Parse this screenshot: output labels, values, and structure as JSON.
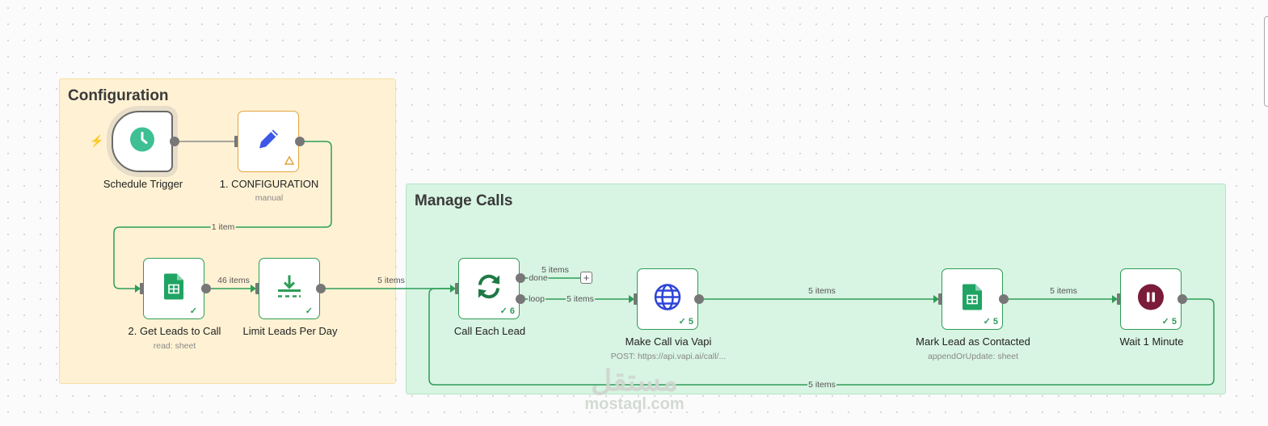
{
  "groups": {
    "configuration": "Configuration",
    "manage_calls": "Manage Calls"
  },
  "nodes": {
    "schedule_trigger": {
      "label": "Schedule Trigger"
    },
    "configuration": {
      "label": "1. CONFIGURATION",
      "subtitle": "manual"
    },
    "get_leads": {
      "label": "2. Get Leads to Call",
      "subtitle": "read: sheet"
    },
    "limit_leads": {
      "label": "Limit Leads Per Day"
    },
    "call_each_lead": {
      "label": "Call Each Lead",
      "count": "6"
    },
    "make_call": {
      "label": "Make Call via Vapi",
      "subtitle": "POST: https://api.vapi.ai/call/...",
      "count": "5"
    },
    "mark_lead": {
      "label": "Mark Lead as Contacted",
      "subtitle": "appendOrUpdate: sheet",
      "count": "5"
    },
    "wait": {
      "label": "Wait 1 Minute",
      "count": "5"
    }
  },
  "edges": {
    "config_to_leads": "1 item",
    "leads_to_limit": "46 items",
    "limit_to_loop": "5 items",
    "done": "done",
    "done_count": "5 items",
    "loop": "loop",
    "loop_count": "5 items",
    "vapi_to_mark": "5 items",
    "mark_to_wait": "5 items",
    "wait_back": "5 items"
  },
  "watermark": {
    "arabic": "مستقل",
    "latin": "mostaql.com"
  },
  "colors": {
    "success": "#2d9d58",
    "config_group_bg": "#fff2d4",
    "calls_group_bg": "#d8f4e2",
    "warning": "#e3a43e",
    "trigger_icon": "#3ebf94",
    "pen_icon": "#3d57e6",
    "sheets_icon": "#1fa463",
    "wait_icon": "#7a1c3a"
  },
  "icons": {
    "trigger": "clock-icon",
    "configuration": "pen-icon",
    "sheets": "google-sheets-icon",
    "limit": "limit-icon",
    "loop": "refresh-icon",
    "http": "globe-icon",
    "wait": "pause-icon"
  }
}
